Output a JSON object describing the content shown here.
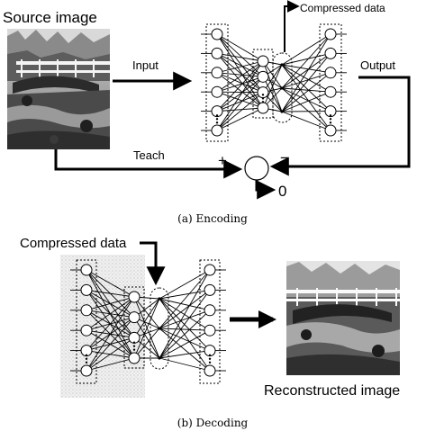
{
  "encoding": {
    "source_image_label": "Source image",
    "input_label": "Input",
    "compressed_label": "Compressed data",
    "output_label": "Output",
    "teach_label": "Teach",
    "plus_sign": "+",
    "minus_sign": "−",
    "zero_label": "0",
    "caption": "(a) Encoding"
  },
  "decoding": {
    "compressed_label": "Compressed data",
    "reconstructed_label": "Reconstructed image",
    "caption": "(b) Decoding"
  },
  "network": {
    "encoder_layers": [
      6,
      4,
      3,
      6
    ],
    "decoder_layers": [
      6,
      4,
      3,
      6
    ]
  },
  "icons": {
    "source_photo": "bridge-over-stream-photo",
    "reconstructed_photo": "bridge-over-stream-photo",
    "comparator": "summing-junction-circle"
  }
}
